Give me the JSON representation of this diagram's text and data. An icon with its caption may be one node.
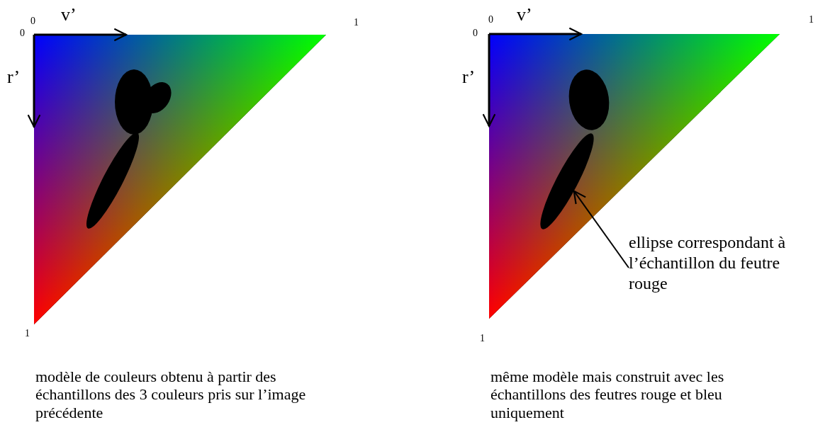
{
  "diagram": {
    "nodes": [
      {
        "text": [
          "ellipse correspondant à l’échantillon du feutre rouge"
        ]
      },
      {
        "text": [],
        "shape": "ellipse"
      },
      {
        "text": [],
        "shape": "ellipse"
      }
    ],
    "edges": [
      {
        "from": 0,
        "to": 1,
        "arrow": "to"
      }
    ],
    "labels": [
      "0",
      "v’",
      "1",
      "0",
      "r’",
      "1",
      "modèle de couleurs obtenu à partir des échantillons des 3 couleurs pris sur l’image précédente",
      "0",
      "v’",
      "1",
      "0",
      "r’",
      "1",
      "même modèle mais construit avec les échantillons des feutres rouge et bleu uniquement"
    ]
  }
}
